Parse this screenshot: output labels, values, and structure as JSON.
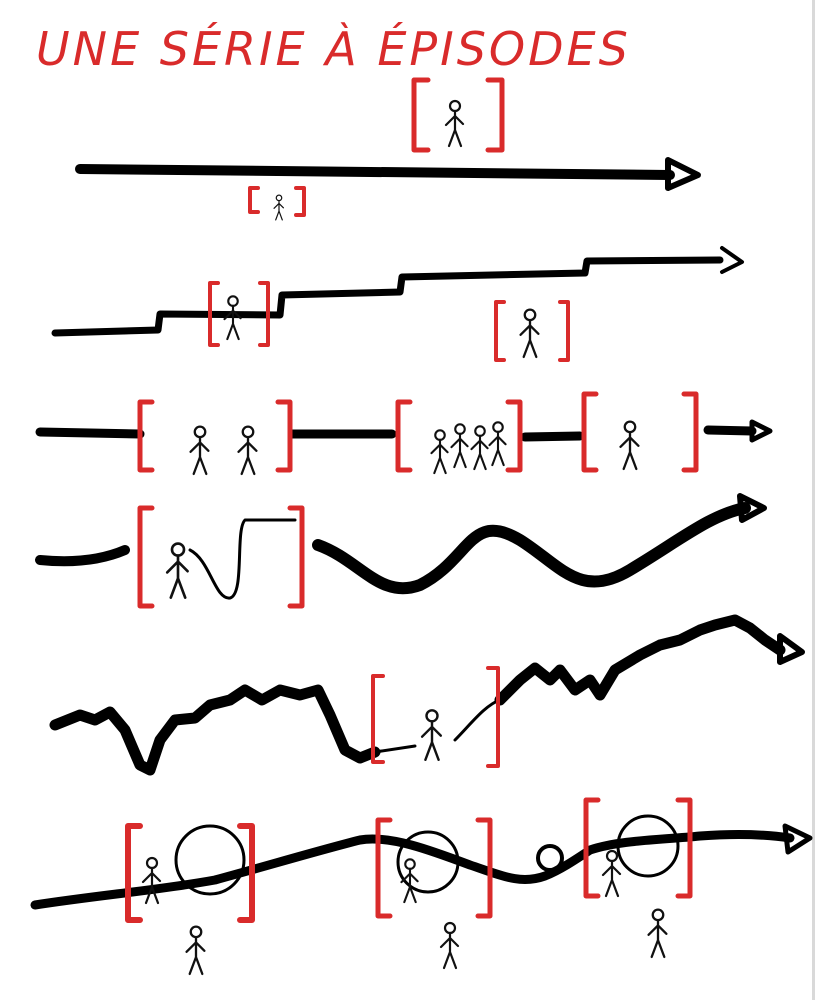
{
  "title": "UNE SÉRIE À ÉPISODES",
  "colors": {
    "ink": "#000000",
    "accent": "#d92b2b",
    "background": "#ffffff"
  },
  "rows": [
    {
      "name": "straight-arrow"
    },
    {
      "name": "staircase"
    },
    {
      "name": "segmented-line"
    },
    {
      "name": "smooth-wave"
    },
    {
      "name": "jagged-mountains"
    },
    {
      "name": "loops"
    }
  ]
}
